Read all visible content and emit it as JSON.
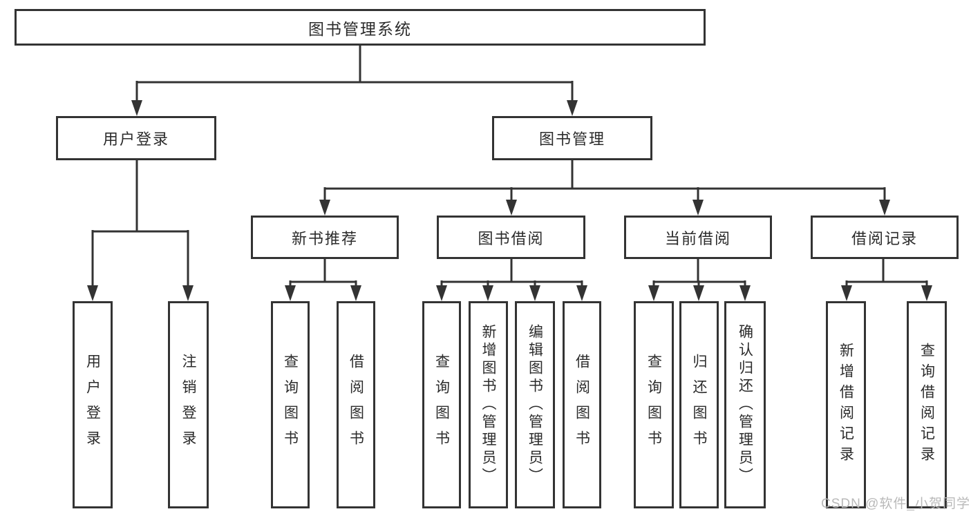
{
  "diagram": {
    "root": {
      "label": "图书管理系统"
    },
    "level2": {
      "user_login": {
        "label": "用户登录"
      },
      "book_mgmt": {
        "label": "图书管理"
      }
    },
    "level3": {
      "new_books": {
        "label": "新书推荐"
      },
      "book_borrow": {
        "label": "图书借阅"
      },
      "current_borrow": {
        "label": "当前借阅"
      },
      "borrow_records": {
        "label": "借阅记录"
      }
    },
    "leaves": {
      "user_login": [
        "用户登录",
        "注销登录"
      ],
      "new_books": [
        "查询图书",
        "借阅图书"
      ],
      "book_borrow": [
        "查询图书",
        "新增图书（管理员）",
        "编辑图书（管理员）",
        "借阅图书"
      ],
      "current_borrow": [
        "查询图书",
        "归还图书",
        "确认归还（管理员）"
      ],
      "borrow_records": [
        "新增借阅记录",
        "查询借阅记录"
      ]
    }
  },
  "watermark": {
    "text": "CSDN @软件_小贺同学",
    "color": "#b9b9b9"
  },
  "colors": {
    "line": "#333333",
    "border": "#333333",
    "background": "#ffffff",
    "text": "#2b2b2b"
  }
}
